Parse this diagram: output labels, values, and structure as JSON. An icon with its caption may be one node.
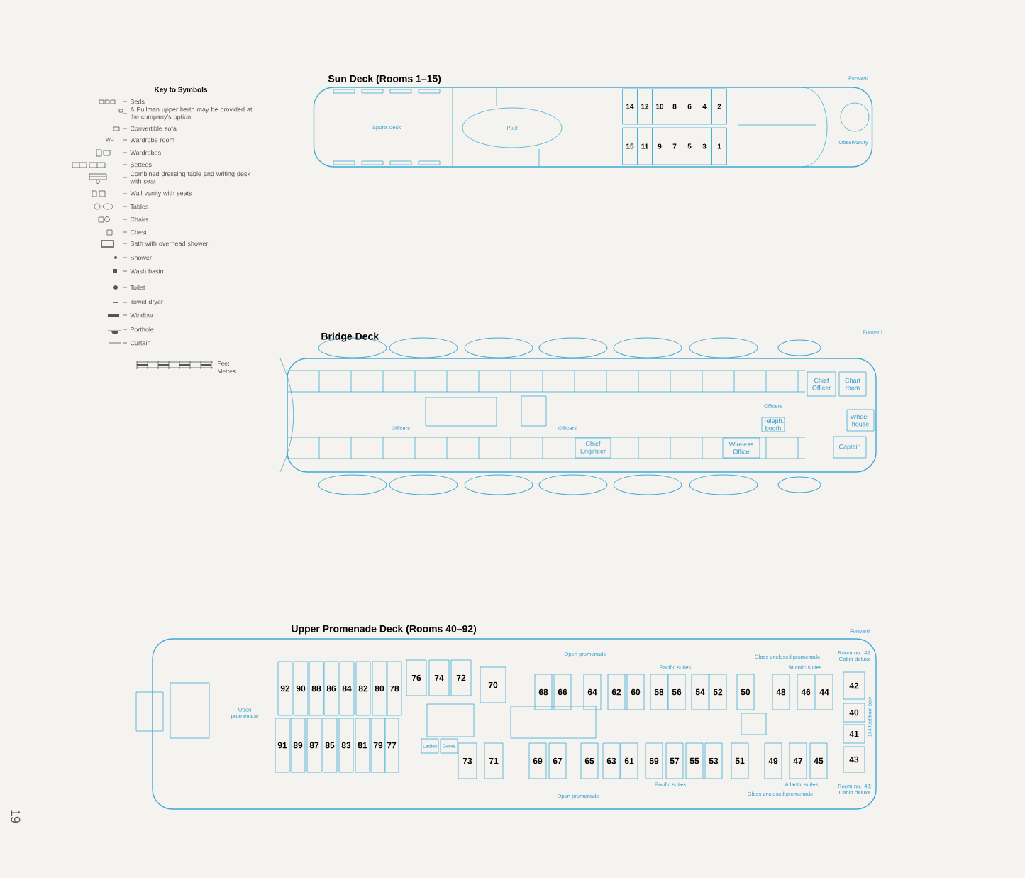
{
  "diagram": {
    "nodes": [
      {
        "text": [
          "Sun Deck (Rooms 1–15)"
        ]
      },
      {
        "text": [
          "14"
        ],
        "in": 0
      },
      {
        "text": [
          "12"
        ],
        "in": 0
      },
      {
        "text": [
          "10"
        ],
        "in": 0
      },
      {
        "text": [
          "8"
        ],
        "in": 0
      },
      {
        "text": [
          "6"
        ],
        "in": 0
      },
      {
        "text": [
          "4"
        ],
        "in": 0
      },
      {
        "text": [
          "2"
        ],
        "in": 0
      },
      {
        "text": [
          "15"
        ],
        "in": 0
      },
      {
        "text": [
          "11"
        ],
        "in": 0
      },
      {
        "text": [
          "9"
        ],
        "in": 0
      },
      {
        "text": [
          "7"
        ],
        "in": 0
      },
      {
        "text": [
          "5"
        ],
        "in": 0
      },
      {
        "text": [
          "3"
        ],
        "in": 0
      },
      {
        "text": [
          "1"
        ],
        "in": 0
      },
      {
        "text": [
          "Bridge Deck"
        ]
      },
      {
        "text": [
          "Chief Officer"
        ],
        "in": 15
      },
      {
        "text": [
          "Chart room"
        ],
        "in": 15
      },
      {
        "text": [
          "Wheel-house"
        ],
        "in": 15
      },
      {
        "text": [
          "Teleph. booth"
        ],
        "in": 15
      },
      {
        "text": [
          "Chief Engineer"
        ],
        "in": 15
      },
      {
        "text": [
          "Captain"
        ],
        "in": 15
      },
      {
        "text": [
          "Wireless Office"
        ],
        "in": 15
      },
      {
        "text": [
          "Upper Promenade Deck (Rooms 40–92)"
        ]
      },
      {
        "text": [
          "92"
        ],
        "in": 23
      },
      {
        "text": [
          "90"
        ],
        "in": 23
      },
      {
        "text": [
          "88"
        ],
        "in": 23
      },
      {
        "text": [
          "86"
        ],
        "in": 23
      },
      {
        "text": [
          "84"
        ],
        "in": 23
      },
      {
        "text": [
          "82"
        ],
        "in": 23
      },
      {
        "text": [
          "80"
        ],
        "in": 23
      },
      {
        "text": [
          "78"
        ],
        "in": 23
      },
      {
        "text": [
          "76"
        ],
        "in": 23
      },
      {
        "text": [
          "74"
        ],
        "in": 23
      },
      {
        "text": [
          "72"
        ],
        "in": 23
      },
      {
        "text": [
          "70"
        ],
        "in": 23
      },
      {
        "text": [
          "68"
        ],
        "in": 23
      },
      {
        "text": [
          "66"
        ],
        "in": 23
      },
      {
        "text": [
          "64"
        ],
        "in": 23
      },
      {
        "text": [
          "62"
        ],
        "in": 23
      },
      {
        "text": [
          "60"
        ],
        "in": 23
      },
      {
        "text": [
          "58"
        ],
        "in": 23
      },
      {
        "text": [
          "56"
        ],
        "in": 23
      },
      {
        "text": [
          "54"
        ],
        "in": 23
      },
      {
        "text": [
          "52"
        ],
        "in": 23
      },
      {
        "text": [
          "50"
        ],
        "in": 23
      },
      {
        "text": [
          "48"
        ],
        "in": 23
      },
      {
        "text": [
          "46"
        ],
        "in": 23
      },
      {
        "text": [
          "44"
        ],
        "in": 23
      },
      {
        "text": [
          "42"
        ],
        "in": 23
      },
      {
        "text": [
          "40"
        ],
        "in": 23
      },
      {
        "text": [
          "41"
        ],
        "in": 23
      },
      {
        "text": [
          "91"
        ],
        "in": 23
      },
      {
        "text": [
          "89"
        ],
        "in": 23
      },
      {
        "text": [
          "87"
        ],
        "in": 23
      },
      {
        "text": [
          "85"
        ],
        "in": 23
      },
      {
        "text": [
          "83"
        ],
        "in": 23
      },
      {
        "text": [
          "81"
        ],
        "in": 23
      },
      {
        "text": [
          "79"
        ],
        "in": 23
      },
      {
        "text": [
          "77"
        ],
        "in": 23
      },
      {
        "text": [
          "Ladies"
        ],
        "in": 23
      },
      {
        "text": [
          "Gents"
        ],
        "in": 23
      },
      {
        "text": [
          "73"
        ],
        "in": 23
      },
      {
        "text": [
          "71"
        ],
        "in": 23
      },
      {
        "text": [
          "69"
        ],
        "in": 23
      },
      {
        "text": [
          "67"
        ],
        "in": 23
      },
      {
        "text": [
          "65"
        ],
        "in": 23
      },
      {
        "text": [
          "63"
        ],
        "in": 23
      },
      {
        "text": [
          "61"
        ],
        "in": 23
      },
      {
        "text": [
          "59"
        ],
        "in": 23
      },
      {
        "text": [
          "57"
        ],
        "in": 23
      },
      {
        "text": [
          "55"
        ],
        "in": 23
      },
      {
        "text": [
          "53"
        ],
        "in": 23
      },
      {
        "text": [
          "51"
        ],
        "in": 23
      },
      {
        "text": [
          "49"
        ],
        "in": 23
      },
      {
        "text": [
          "47"
        ],
        "in": 23
      },
      {
        "text": [
          "45"
        ],
        "in": 23
      },
      {
        "text": [
          "43"
        ],
        "in": 23
      }
    ],
    "labels": [
      "Key to Symbols",
      "WR",
      "Feet",
      "Metres",
      "Forward",
      "Sports deck",
      "Pool",
      "Observatory",
      "Forward",
      "Officers",
      "Officers",
      "Officers",
      "Forward",
      "Open promenade",
      "Glass enclosed promenade",
      "Room no. 42: Cabin deluxe",
      "Pacific suites",
      "Atlantic suites",
      "Open promenade",
      "164 feet from bow",
      "Pacific suites",
      "Atlantic suites",
      "Room no. 43: Cabin deluxe",
      "Open promenade",
      "Glass enclosed promenade",
      "19"
    ],
    "legend": [
      {
        "text": "Beds"
      },
      {
        "text": "A Pullman upper berth may be provided at the company's option"
      },
      {
        "text": "Convertible sofa"
      },
      {
        "text": "Wardrobe room"
      },
      {
        "text": "Wardrobes"
      },
      {
        "text": "Settees"
      },
      {
        "text": "Combined dressing table and writing desk with seat"
      },
      {
        "text": "Wall vanity with seats"
      },
      {
        "text": "Tables"
      },
      {
        "text": "Chairs"
      },
      {
        "text": "Chest"
      },
      {
        "text": "Bath with overhead shower"
      },
      {
        "text": "Shower"
      },
      {
        "text": "Wash basin"
      },
      {
        "text": "Toilet"
      },
      {
        "text": "Towel dryer"
      },
      {
        "text": "Window"
      },
      {
        "text": "Porthole"
      },
      {
        "text": "Curtain"
      }
    ]
  }
}
